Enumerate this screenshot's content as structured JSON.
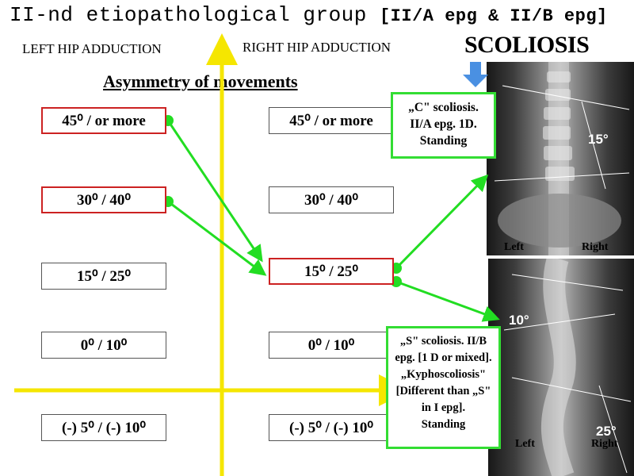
{
  "header": {
    "title": "II-nd etiopathological group",
    "title_bracket": "[II/A epg & II/B epg]"
  },
  "labels": {
    "left_hip": "LEFT HIP ADDUCTION",
    "right_hip": "RIGHT HIP ADDUCTION",
    "scoliosis": "SCOLIOSIS",
    "asymmetry": "Asymmetry of movements"
  },
  "left_column": [
    {
      "label": "45⁰ / or more",
      "highlighted": true
    },
    {
      "label": "30⁰ / 40⁰",
      "highlighted": true
    },
    {
      "label": "15⁰ / 25⁰",
      "highlighted": false
    },
    {
      "label": "0⁰ / 10⁰",
      "highlighted": false
    },
    {
      "label": "(-) 5⁰ / (-) 10⁰",
      "highlighted": false
    }
  ],
  "right_column": [
    {
      "label": "45⁰ / or more",
      "highlighted": false
    },
    {
      "label": "30⁰ / 40⁰",
      "highlighted": false
    },
    {
      "label": "15⁰ / 25⁰",
      "highlighted": true
    },
    {
      "label": "0⁰ / 10⁰",
      "highlighted": false
    },
    {
      "label": "(-) 5⁰ / (-) 10⁰",
      "highlighted": false
    }
  ],
  "notes": {
    "c_scoliosis": [
      "„C\" scoliosis.",
      "II/A epg. 1D.",
      "Standing"
    ],
    "s_scoliosis": [
      "„S\" scoliosis. II/B",
      "epg. [1 D or mixed].",
      "„Kyphoscoliosis\"",
      "[Different than „S\"",
      "in I epg].",
      "Standing"
    ]
  },
  "xray_top": {
    "angle": "15°",
    "left": "Left",
    "right": "Right"
  },
  "xray_bottom": {
    "angle_top": "10°",
    "angle_bottom": "25°",
    "left": "Left",
    "right": "Right"
  },
  "colors": {
    "highlight_border": "#cc2222",
    "arrow_green": "#22dd22",
    "axis_yellow": "#f5e600",
    "pointer_blue": "#4a90e2"
  }
}
